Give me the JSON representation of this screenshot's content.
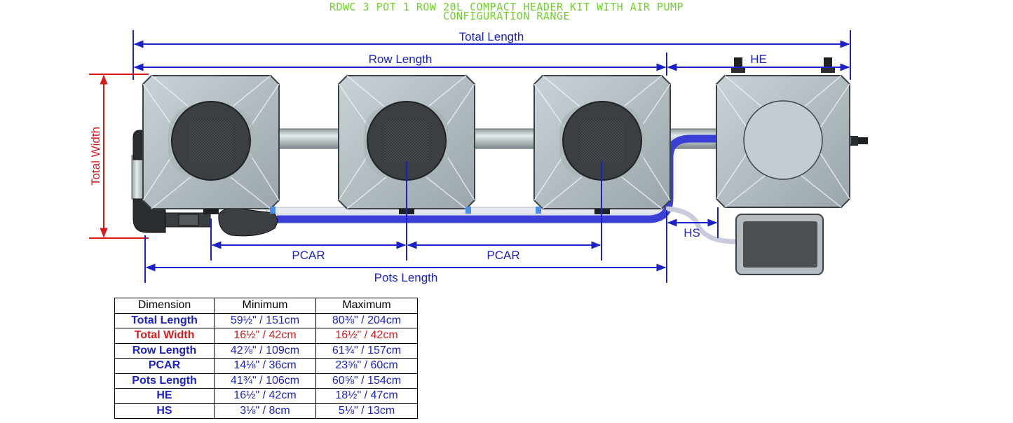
{
  "title_line1": "RDWC 3 POT 1 ROW 20L COMPACT HEADER KIT WITH AIR PUMP",
  "title_line2": "CONFIGURATION RANGE",
  "labels": {
    "total_length": "Total Length",
    "row_length": "Row Length",
    "he": "HE",
    "total_width": "Total Width",
    "hs": "HS",
    "pcar_1": "PCAR",
    "pcar_2": "PCAR",
    "pots_length": "Pots Length"
  },
  "colors": {
    "blue_dim": "#1b22c8",
    "red_dim": "#d81a1a",
    "title_green": "#6fd02c"
  },
  "table": {
    "headers": [
      "Dimension",
      "Minimum",
      "Maximum"
    ],
    "rows": [
      {
        "name": "Total Length",
        "min": "59½\" / 151cm",
        "max": "80⅜\" / 204cm",
        "color": "#1b22c8"
      },
      {
        "name": "Total Width",
        "min": "16½\" / 42cm",
        "max": "16½\" / 42cm",
        "color": "#d81a1a"
      },
      {
        "name": "Row Length",
        "min": "42⅞\" / 109cm",
        "max": "61¾\" / 157cm",
        "color": "#1b22c8"
      },
      {
        "name": "PCAR",
        "min": "14⅛\" / 36cm",
        "max": "23⅝\" / 60cm",
        "color": "#1b22c8"
      },
      {
        "name": "Pots Length",
        "min": "41¾\" / 106cm",
        "max": "60⅝\" / 154cm",
        "color": "#1b22c8"
      },
      {
        "name": "HE",
        "min": "16½\" / 42cm",
        "max": "18½\" / 47cm",
        "color": "#1b22c8"
      },
      {
        "name": "HS",
        "min": "3⅛\" / 8cm",
        "max": "5⅛\" / 13cm",
        "color": "#1b22c8"
      }
    ]
  }
}
